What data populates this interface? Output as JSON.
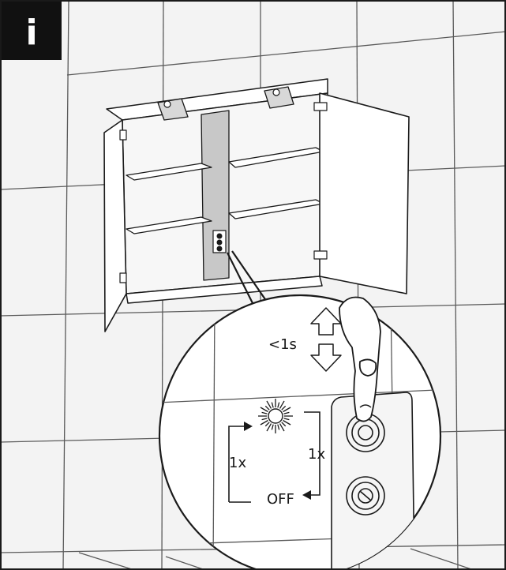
{
  "badge": {
    "text": "i",
    "bg": "#111111",
    "fg": "#ffffff"
  },
  "labels": {
    "press_duration": "<1s",
    "cycle_left": "1x",
    "cycle_right": "1x",
    "off": "OFF"
  },
  "icons": [
    "light-burst-icon",
    "arrow-up-icon",
    "arrow-down-icon",
    "finger-hand-icon",
    "push-button-icon"
  ],
  "colors": {
    "tile_fill": "#f3f3f3",
    "tile_line": "#5a5a5a",
    "column": "#c8c8c8",
    "ink": "#1a1a1a"
  }
}
